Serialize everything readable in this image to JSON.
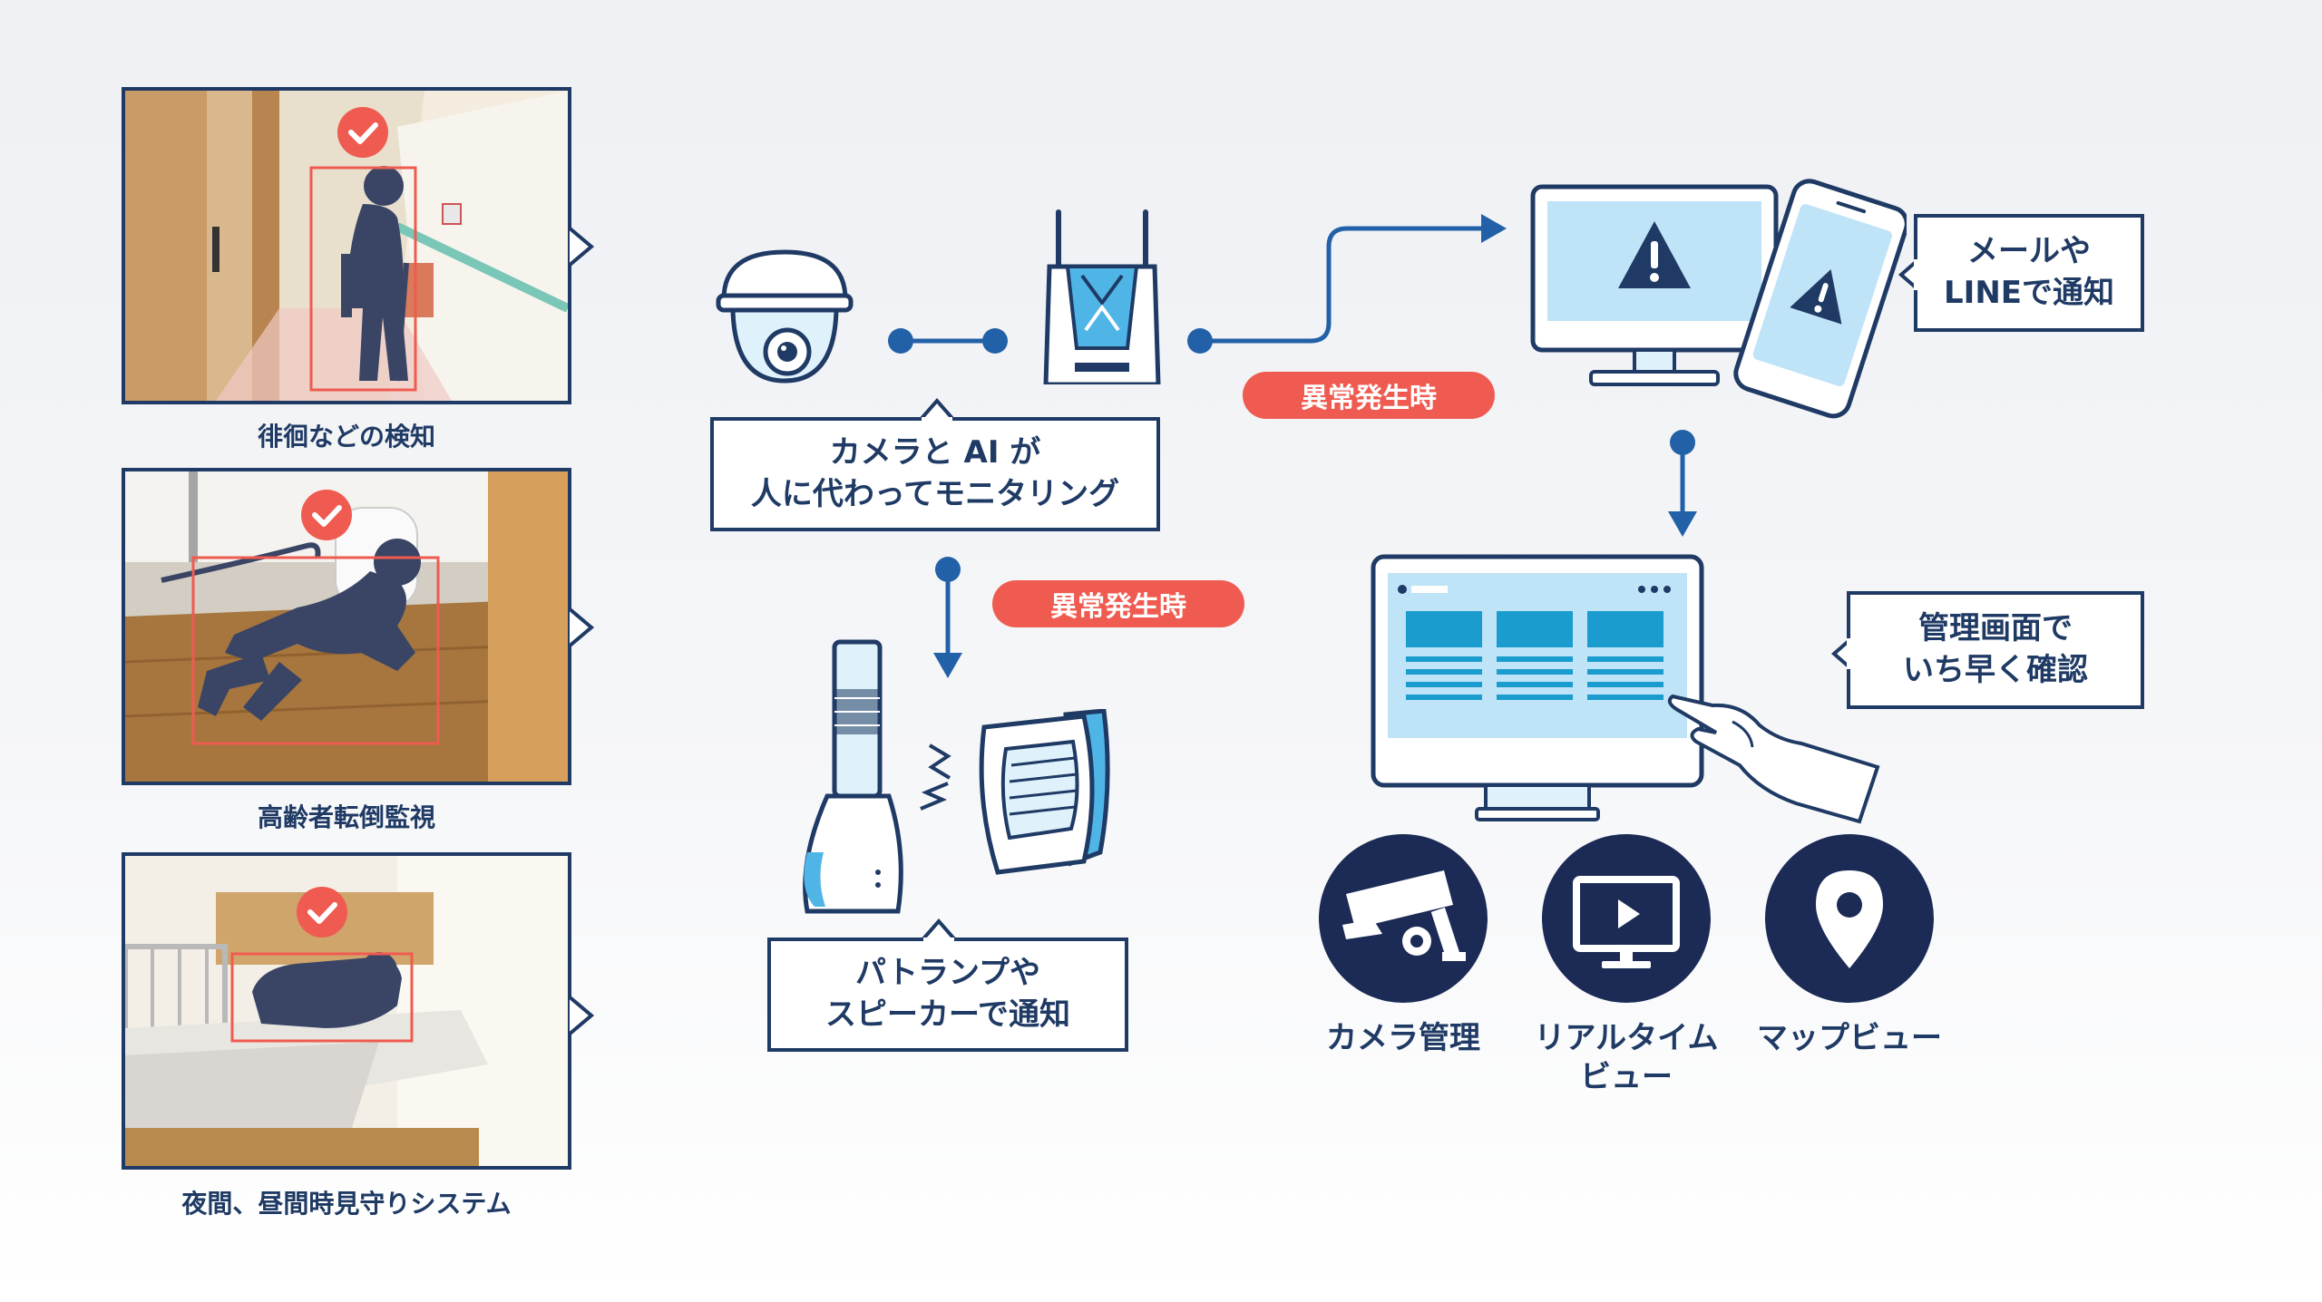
{
  "photos": [
    {
      "caption": "徘徊などの検知"
    },
    {
      "caption": "高齢者転倒監視"
    },
    {
      "caption": "夜間、昼間時見守りシステム"
    }
  ],
  "callouts": {
    "camera_ai_line1": "カメラと AI が",
    "camera_ai_line2": "人に代わってモニタリング",
    "patlamp_line1": "パトランプや",
    "patlamp_line2": "スピーカーで通知",
    "mail_line1": "メールや",
    "mail_line2": "LINEで通知",
    "admin_line1": "管理画面で",
    "admin_line2": "いち早く確認"
  },
  "badges": {
    "abnormal_top": "異常発生時",
    "abnormal_mid": "異常発生時"
  },
  "features": [
    {
      "label": "カメラ管理",
      "icon": "security-camera-icon"
    },
    {
      "label_line1": "リアルタイム",
      "label_line2": "ビュー",
      "icon": "live-view-monitor-icon"
    },
    {
      "label": "マップビュー",
      "icon": "map-pin-icon"
    }
  ],
  "colors": {
    "navy": "#1f3a64",
    "alert_red": "#ef5b50",
    "light_blue": "#bfe3f7",
    "flow_blue": "#2261a8"
  }
}
